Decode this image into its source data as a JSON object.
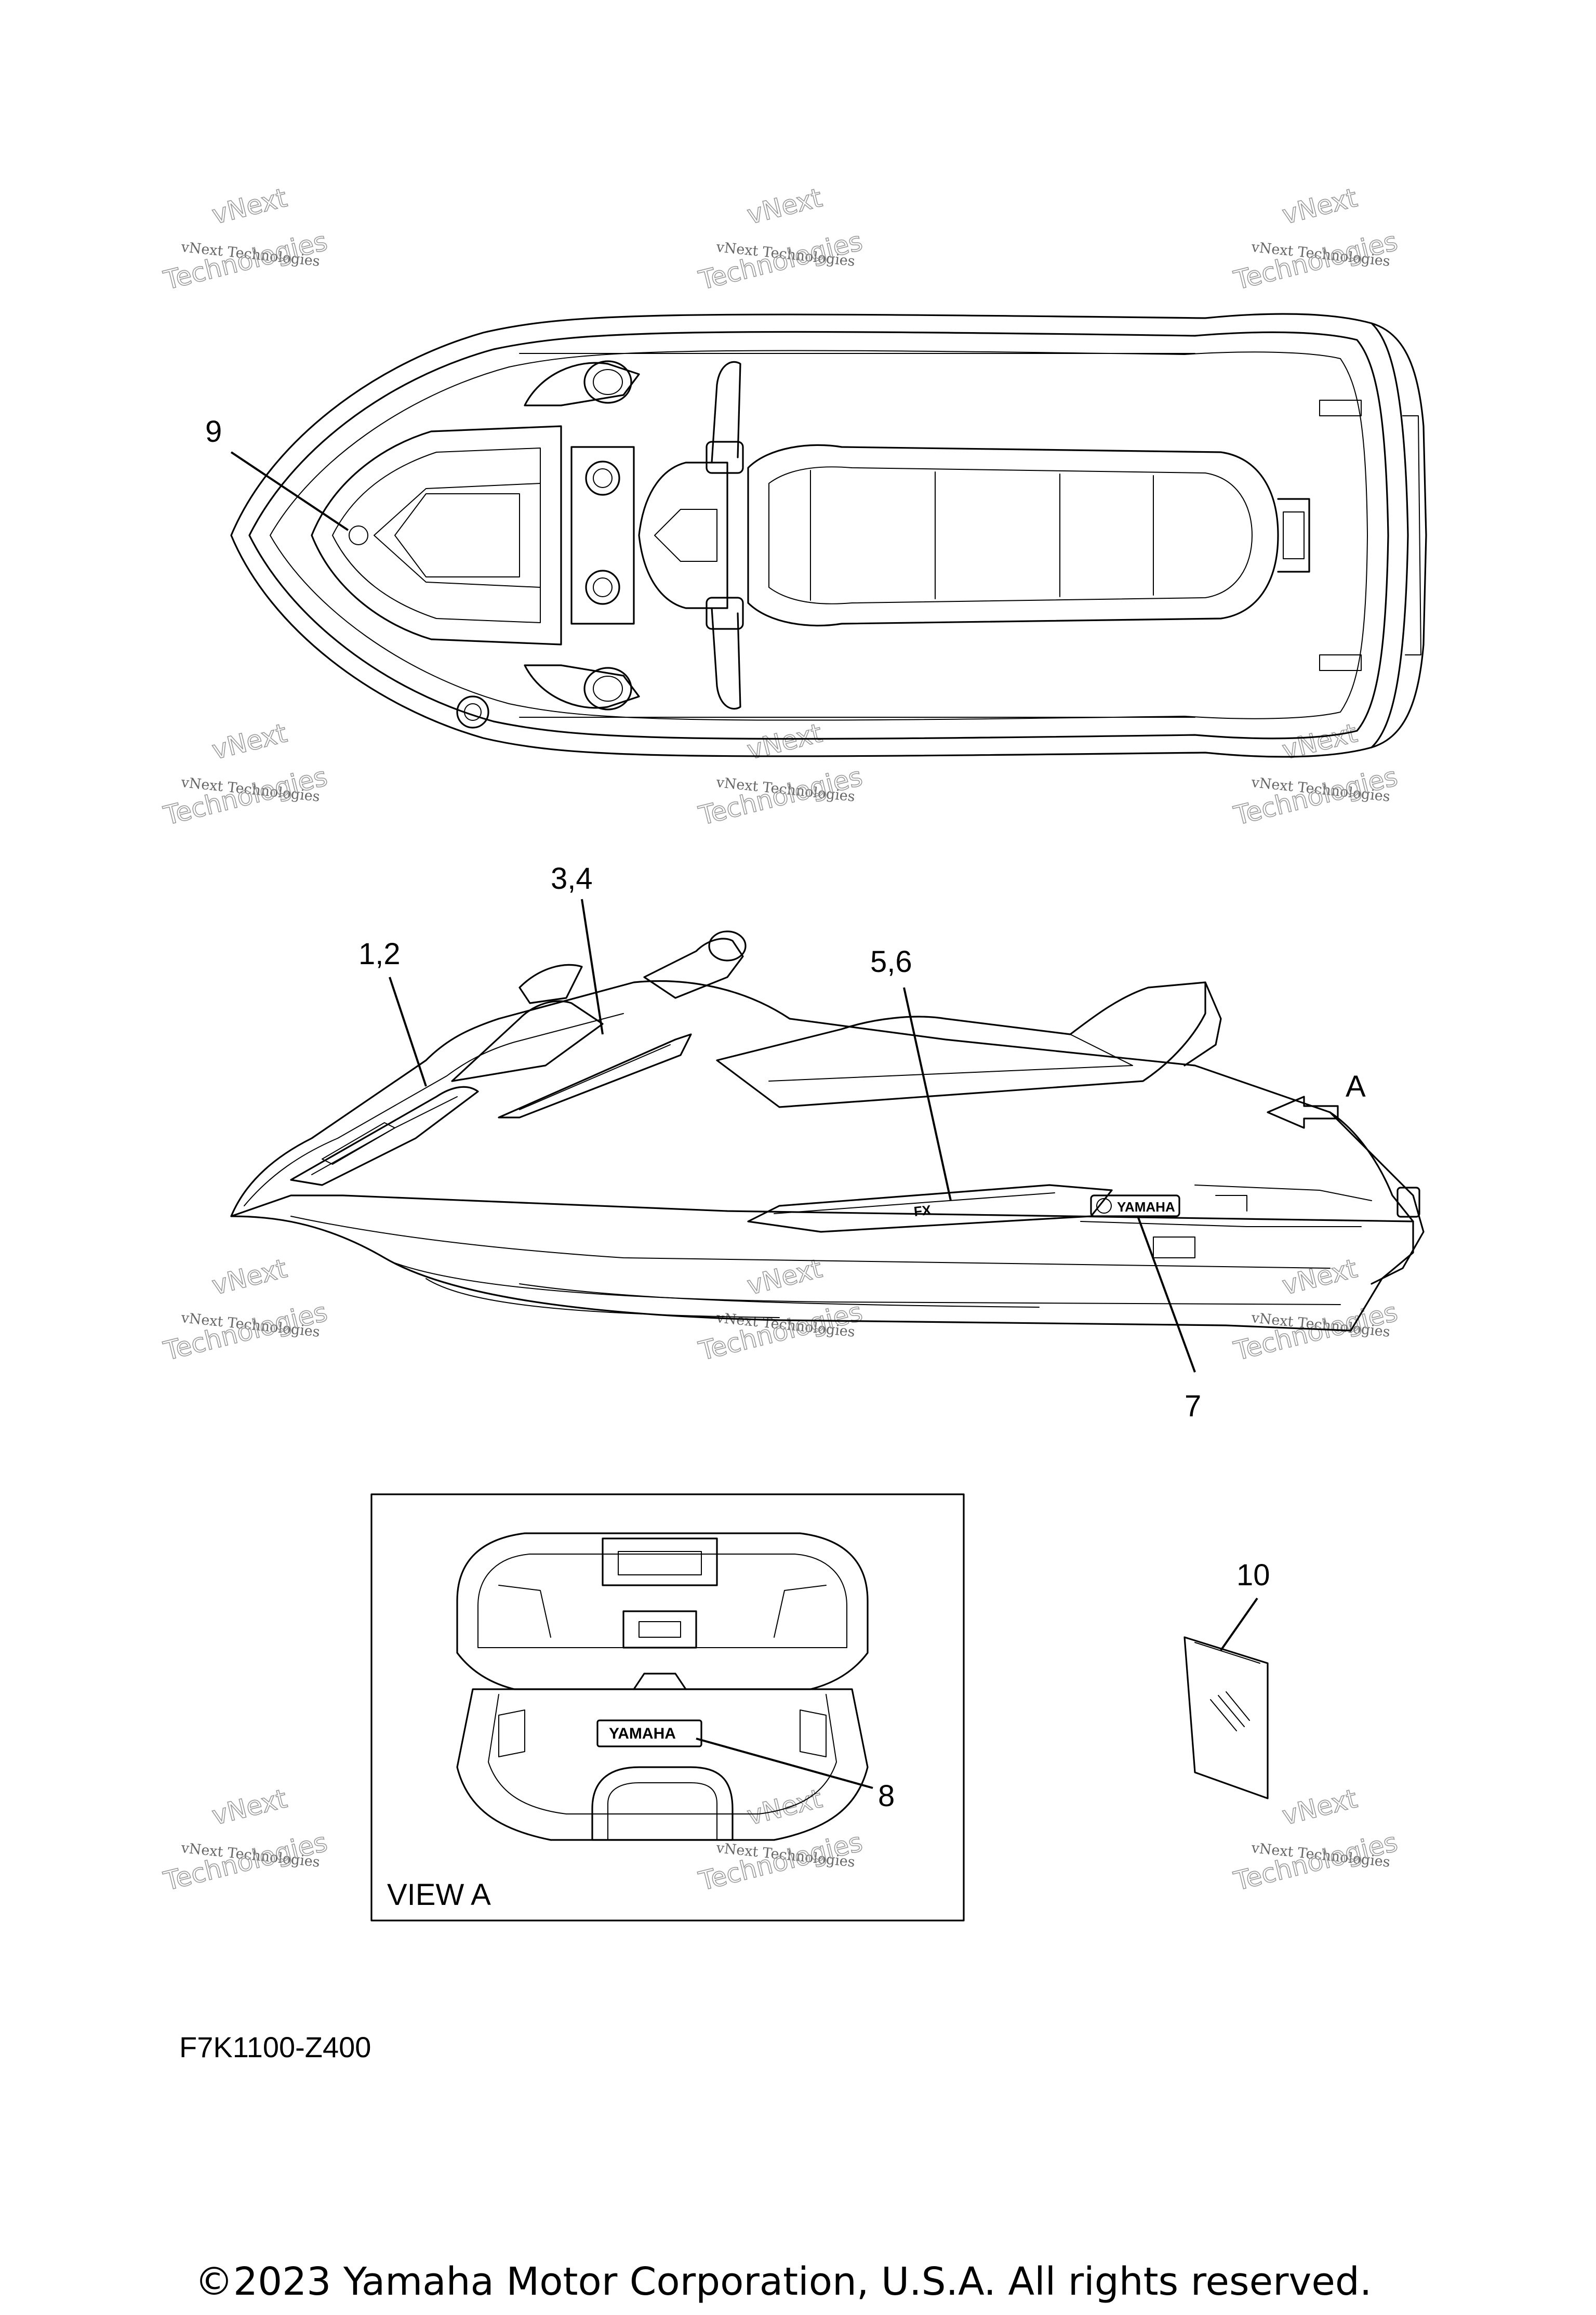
{
  "diagram": {
    "callouts": {
      "c9": "9",
      "c12": "1,2",
      "c34": "3,4",
      "c56": "5,6",
      "cA": "A",
      "c7": "7",
      "c10": "10",
      "c8": "8"
    },
    "view_label": "VIEW A",
    "part_code": "F7K1100-Z400",
    "copyright": "©2023 Yamaha Motor Corporation, U.S.A. All rights reserved.",
    "watermark": {
      "line1": "vNext Technologies",
      "line2": "vNext",
      "line3": "Technologies"
    }
  }
}
